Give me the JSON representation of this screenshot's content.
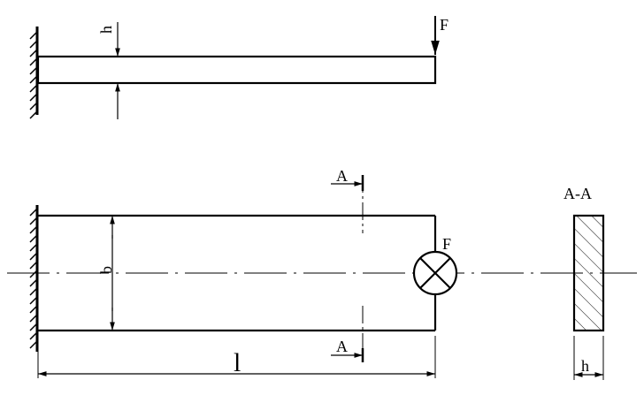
{
  "labels": {
    "force_top": "F",
    "height_top": "h",
    "force_plan": "F",
    "width_b": "b",
    "length_l": "l",
    "section_mark_top": "A",
    "section_mark_bottom": "A",
    "section_title": "A-A",
    "section_h": "h"
  },
  "colors": {
    "line": "#000000",
    "background": "#ffffff"
  }
}
